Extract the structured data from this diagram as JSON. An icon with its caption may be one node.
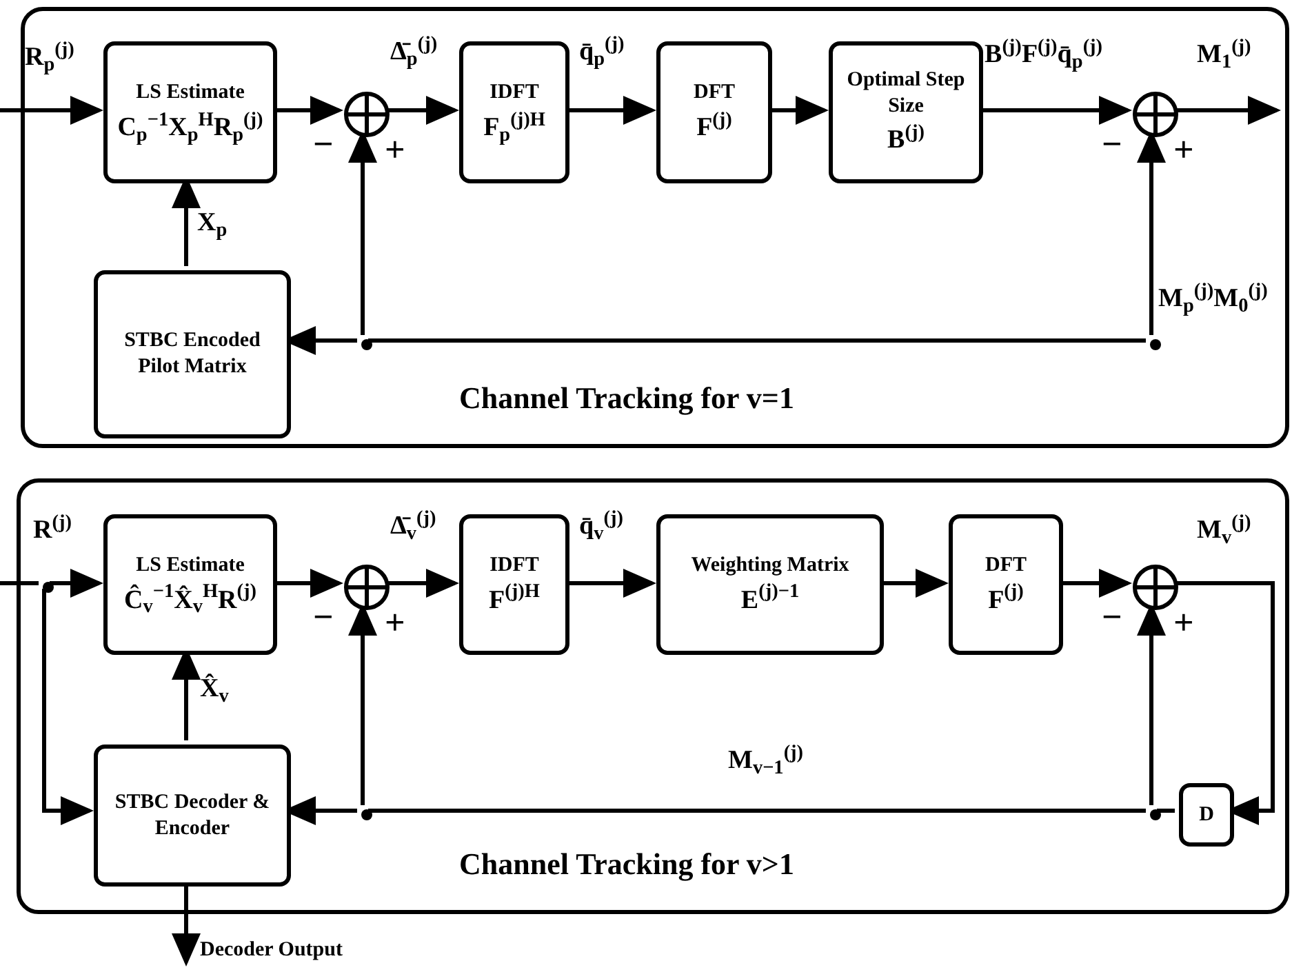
{
  "diagram": {
    "nodes": [
      {
        "text": [
          "Channel Tracking for v=1"
        ]
      },
      {
        "text": [
          "LS Estimate",
          "C$_{p}$$^{−1}$X$_{p}$$^{H}$R$_{p}$$^{(j)}$"
        ],
        "in": 0
      },
      {
        "text": [],
        "shape": "circle",
        "beside": [
          "−",
          "+"
        ],
        "in": 0
      },
      {
        "text": [
          "IDFT",
          "F$_{p}$$^{(j)H}$"
        ],
        "in": 0
      },
      {
        "text": [
          "DFT",
          "F$^{(j)}$"
        ],
        "in": 0
      },
      {
        "text": [
          "Optimal Step Size",
          "B$^{(j)}$"
        ],
        "in": 0
      },
      {
        "text": [],
        "shape": "circle",
        "beside": [
          "−",
          "+"
        ],
        "in": 0
      },
      {
        "text": [
          "STBC Encoded Pilot Matrix"
        ],
        "in": 0
      },
      {
        "text": [],
        "shape": "dot",
        "in": 0
      },
      {
        "text": [],
        "shape": "dot",
        "in": 0
      },
      {
        "text": [
          "Channel Tracking for v>1"
        ]
      },
      {
        "text": [
          "LS Estimate",
          "Ĉ$_{v}$$^{−1}$X̂$_{v}$$^{H}$R$^{(j)}$"
        ],
        "in": 10
      },
      {
        "text": [],
        "shape": "circle",
        "beside": [
          "−",
          "+"
        ],
        "in": 10
      },
      {
        "text": [
          "IDFT",
          "F$^{(j)H}$"
        ],
        "in": 10
      },
      {
        "text": [
          "Weighting Matrix",
          "E$^{(j)−1}$"
        ],
        "in": 10
      },
      {
        "text": [
          "DFT",
          "F$^{(j)}$"
        ],
        "in": 10
      },
      {
        "text": [],
        "shape": "circle",
        "beside": [
          "−",
          "+"
        ],
        "in": 10
      },
      {
        "text": [
          "STBC Decoder & Encoder"
        ],
        "in": 10
      },
      {
        "text": [
          "D"
        ],
        "in": 10
      },
      {
        "text": [],
        "shape": "dot",
        "in": 10
      },
      {
        "text": [],
        "shape": "dot",
        "in": 10
      },
      {
        "text": [],
        "shape": "dot",
        "in": 10
      }
    ],
    "edges": [
      {
        "from": null,
        "to": 1,
        "arrow": "to",
        "label": "R$_{p}$$^{(j)}$"
      },
      {
        "from": 1,
        "to": 2,
        "arrow": "to"
      },
      {
        "from": 2,
        "to": 3,
        "arrow": "to",
        "label": "Δ̄$_{p}$$^{(j)}$"
      },
      {
        "from": 3,
        "to": 4,
        "arrow": "to",
        "label": "q̄$_{p}$$^{(j)}$"
      },
      {
        "from": 4,
        "to": 5,
        "arrow": "to"
      },
      {
        "from": 5,
        "to": 6,
        "arrow": "to",
        "label": "B$^{(j)}$F$^{(j)}$q̄$_{p}$$^{(j)}$"
      },
      {
        "from": 6,
        "to": null,
        "arrow": "to",
        "label": "M$_{1}$$^{(j)}$"
      },
      {
        "from": 7,
        "to": 1,
        "arrow": "to",
        "label": "X$_{p}$"
      },
      {
        "from": 9,
        "to": 6,
        "arrow": "to",
        "label": "M$_{p}$$^{(j)}$M$_{0}$$^{(j)}$"
      },
      {
        "from": 9,
        "to": 8,
        "arrow": "none"
      },
      {
        "from": 8,
        "to": 2,
        "arrow": "to"
      },
      {
        "from": 8,
        "to": 7,
        "arrow": "to"
      },
      {
        "from": null,
        "to": 19,
        "arrow": "none",
        "label": "R$^{(j)}$"
      },
      {
        "from": 19,
        "to": 11,
        "arrow": "to"
      },
      {
        "from": 19,
        "to": 17,
        "arrow": "to"
      },
      {
        "from": 11,
        "to": 12,
        "arrow": "to"
      },
      {
        "from": 12,
        "to": 13,
        "arrow": "to",
        "label": "Δ̄$_{v}$$^{(j)}$"
      },
      {
        "from": 13,
        "to": 14,
        "arrow": "to",
        "label": "q̄$_{v}$$^{(j)}$"
      },
      {
        "from": 14,
        "to": 15,
        "arrow": "to"
      },
      {
        "from": 15,
        "to": 16,
        "arrow": "to"
      },
      {
        "from": 16,
        "to": 18,
        "arrow": "to",
        "label": "M$_{v}$$^{(j)}$"
      },
      {
        "from": 18,
        "to": 21,
        "arrow": "none"
      },
      {
        "from": 21,
        "to": 16,
        "arrow": "to"
      },
      {
        "from": 21,
        "to": 20,
        "arrow": "none",
        "label": "M$_{v−1}$$^{(j)}$"
      },
      {
        "from": 20,
        "to": 12,
        "arrow": "to"
      },
      {
        "from": 20,
        "to": 17,
        "arrow": "to"
      },
      {
        "from": 17,
        "to": null,
        "arrow": "to",
        "label": "Decoder Output"
      },
      {
        "from": 17,
        "to": 11,
        "arrow": "to",
        "label": "X̂$_{v}$"
      }
    ]
  }
}
